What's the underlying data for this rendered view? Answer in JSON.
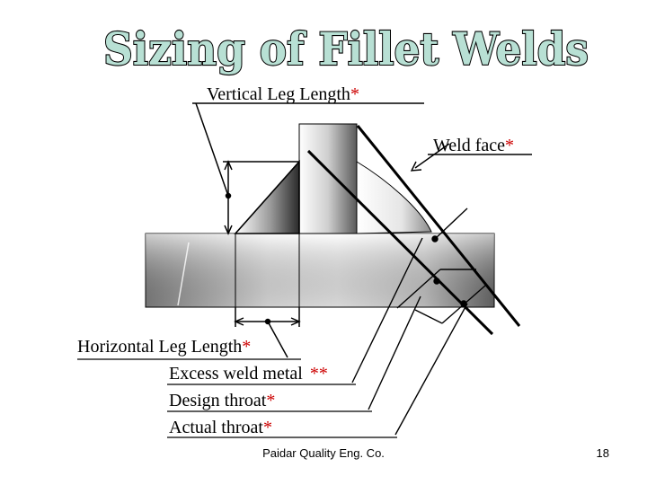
{
  "slide": {
    "title": "Sizing of Fillet Welds",
    "footer": "Paidar Quality Eng. Co.",
    "page_number": "18"
  },
  "labels": {
    "vertical_leg": "Vertical Leg Length",
    "weld_face": "Weld face",
    "horizontal_leg": "Horizontal Leg Length",
    "excess_weld_metal": "Excess weld metal",
    "design_throat": "Design throat",
    "actual_throat": "Actual throat",
    "star_single": "*",
    "star_double": "**"
  },
  "colors": {
    "title_fill": "#b8e0d4",
    "title_stroke": "#000000",
    "asterisk": "#cc0000",
    "line": "#000000"
  }
}
